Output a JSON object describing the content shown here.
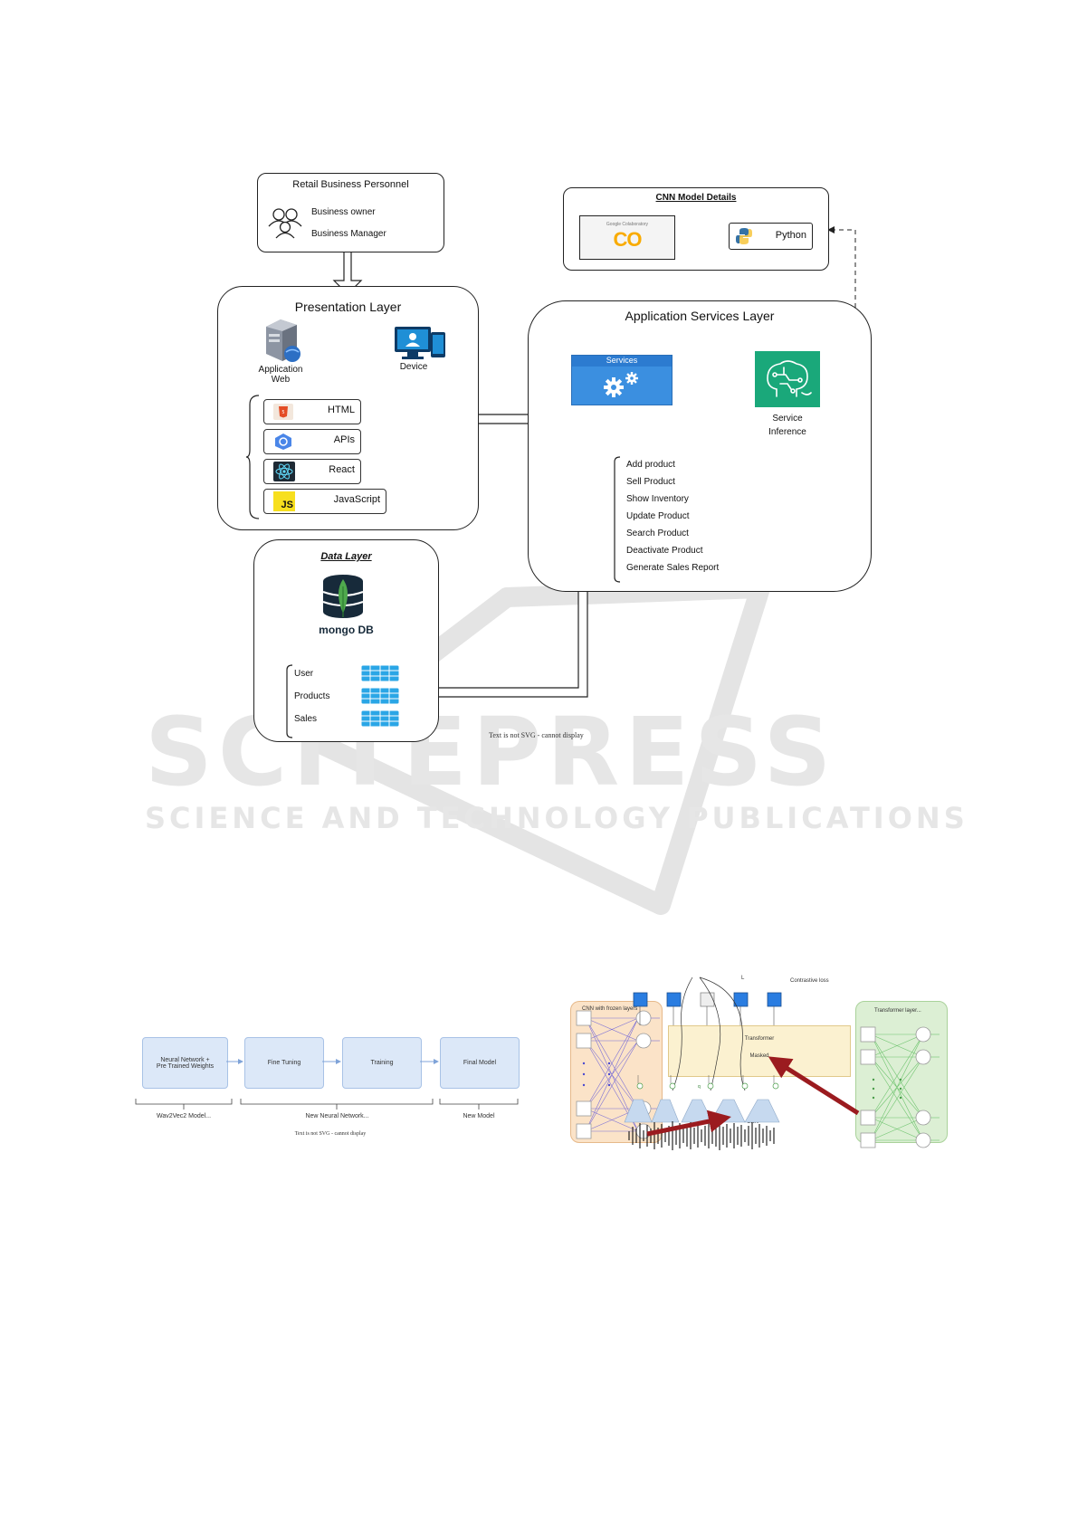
{
  "watermark": {
    "line1": "SCITEPRESS",
    "line2": "SCIENCE AND TECHNOLOGY PUBLICATIONS"
  },
  "personnel": {
    "title": "Retail Business Personnel",
    "roles": [
      "Business owner",
      "Business Manager"
    ]
  },
  "cnn_details": {
    "title": "CNN Model Details",
    "colab_label": "Google Colaboratory",
    "colab_logo": "CO",
    "python": "Python"
  },
  "presentation": {
    "title": "Presentation Layer",
    "app_web": "Application\nWeb",
    "device": "Device",
    "techs": [
      "HTML",
      "APIs",
      "React",
      "JavaScript"
    ],
    "js_badge": "JS"
  },
  "services_layer": {
    "title": "Application Services Layer",
    "services": "Services",
    "inference": "Service\nInference",
    "functions": [
      "Add product",
      "Sell Product",
      "Show Inventory",
      "Update Product",
      "Search Product",
      "Deactivate Product",
      "Generate Sales Report"
    ]
  },
  "data_layer": {
    "title": "Data Layer",
    "db_logo": "mongo DB",
    "collections": [
      "User",
      "Products",
      "Sales"
    ]
  },
  "svg_notice_1": "Text is not SVG - cannot display",
  "flow": {
    "boxes": [
      "Neural Network +\nPre Trained Weights",
      "Fine Tuning",
      "Training",
      "Final Model"
    ],
    "brackets": [
      "Wav2Vec2 Model...",
      "New Neural Network...",
      "New Model"
    ],
    "notice": "Text is not SVG - cannot display"
  },
  "w2v": {
    "contrastive": "Contrastive loss",
    "cnn_frozen": "CNN with frozen layers",
    "transformer_layer": "Transformer layer...",
    "transformer": "Transformer",
    "masked": "Masked",
    "cnn": "CNN",
    "q": "q",
    "l": "L"
  },
  "colors": {
    "services_blue": "#3b8fe0",
    "inference_green": "#1aa87a",
    "react_dark": "#1e2a35",
    "js_yellow": "#f7df1e",
    "mongo_green": "#4fa94d",
    "orange_panel": "#fbe3c8",
    "green_panel": "#dcefd4",
    "yellow_panel": "#fbf1d0",
    "red_arrow": "#9b1b1f"
  }
}
